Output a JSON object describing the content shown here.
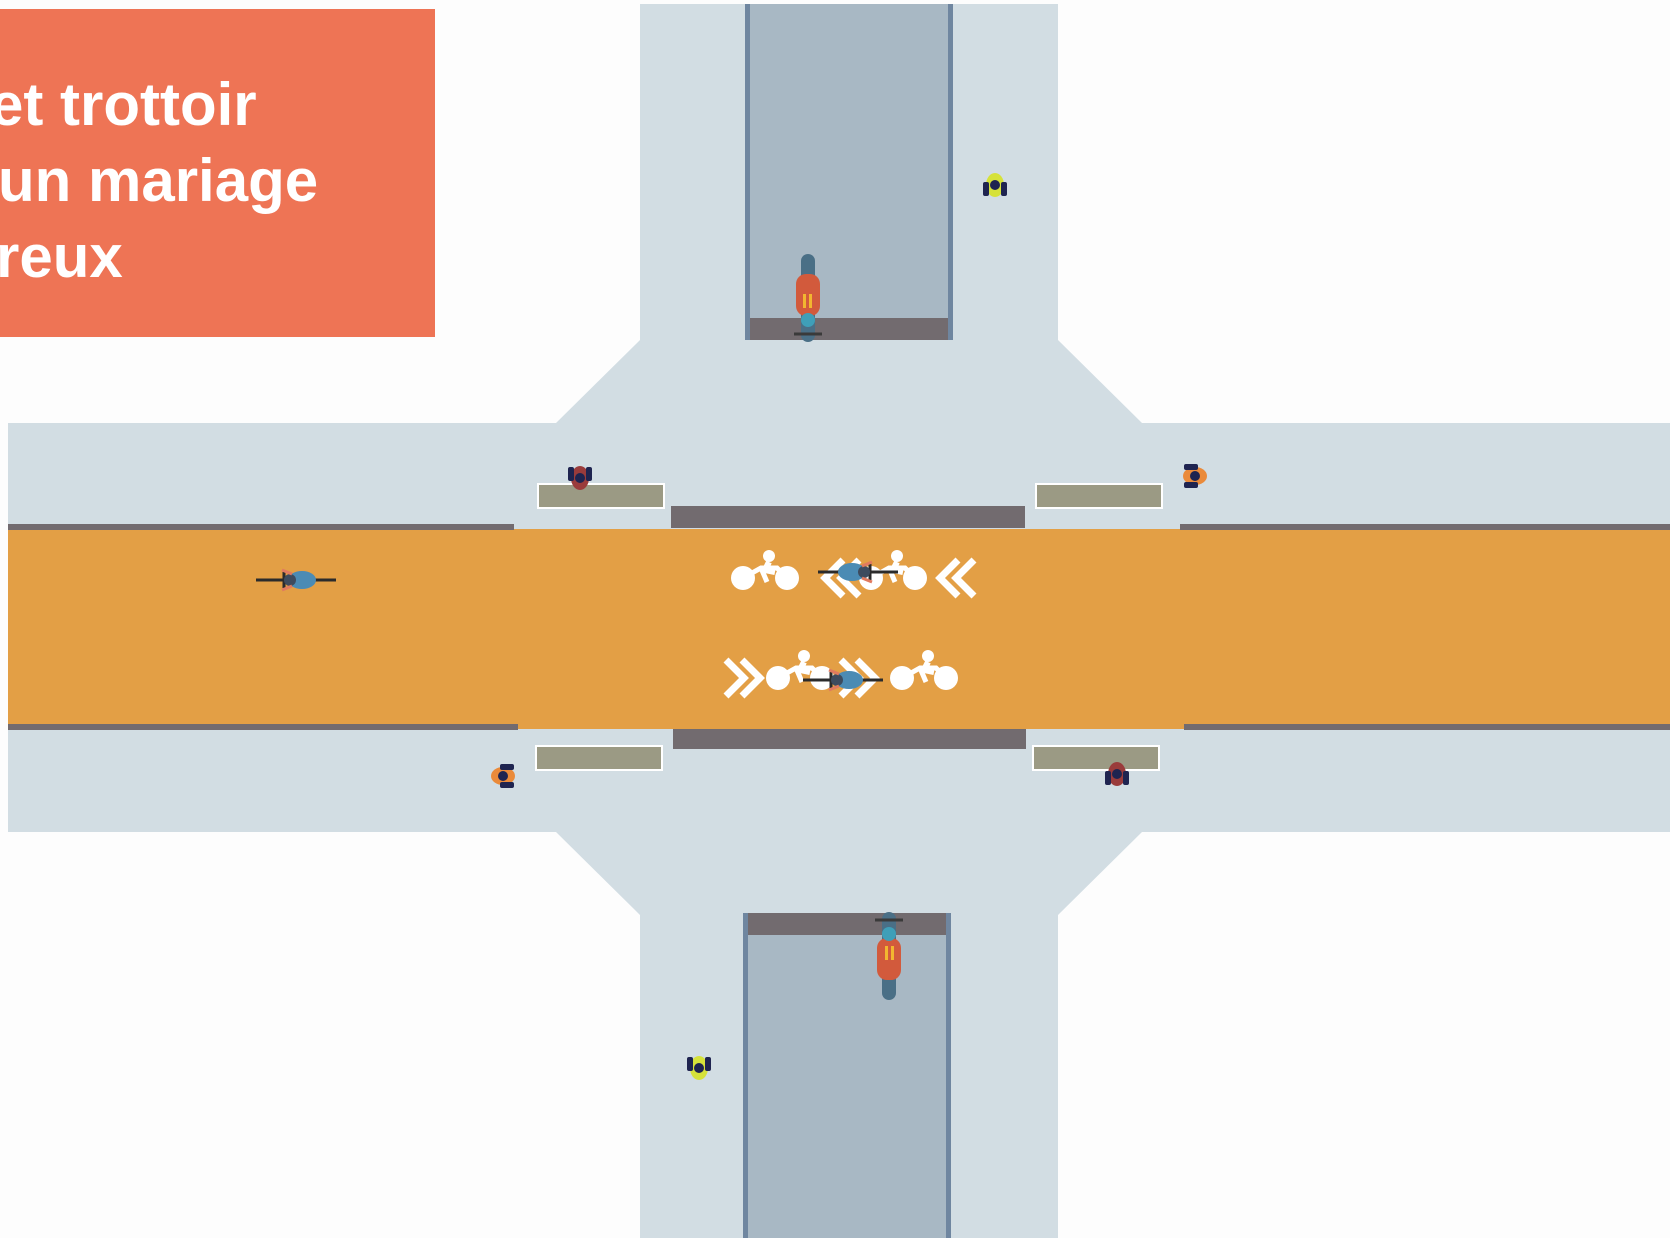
{
  "title_lines": [
    "et trottoir",
    " un mariage",
    "reux"
  ],
  "colors": {
    "sidewalk": "#d2dde3",
    "road": "#a8b8c4",
    "road_edge": "#6f86a0",
    "bike_street": "#e39f45",
    "curb": "#726b6f",
    "planter": "#9b9a84",
    "marking": "#ffffff",
    "title_box": "#ee7455",
    "background": "#fdfdfd"
  },
  "symbols": {
    "lane_top": [
      "bicycle-symbol",
      "chevrons-left-icon",
      "bicycle-symbol",
      "chevrons-left-icon"
    ],
    "lane_bottom": [
      "chevrons-right-icon",
      "bicycle-symbol",
      "chevrons-right-icon",
      "bicycle-symbol"
    ]
  },
  "users": {
    "cyclists": [
      "cyclist-west-street",
      "cyclist-eastbound-lane",
      "cyclist-westbound-lane"
    ],
    "scooters": [
      "scooter-north-road",
      "scooter-south-road"
    ],
    "pedestrians": [
      "pedestrian-north-sidewalk",
      "pedestrian-nw-corner",
      "pedestrian-ne-corner",
      "pedestrian-sw-corner",
      "pedestrian-se-corner",
      "pedestrian-south-sidewalk"
    ]
  }
}
